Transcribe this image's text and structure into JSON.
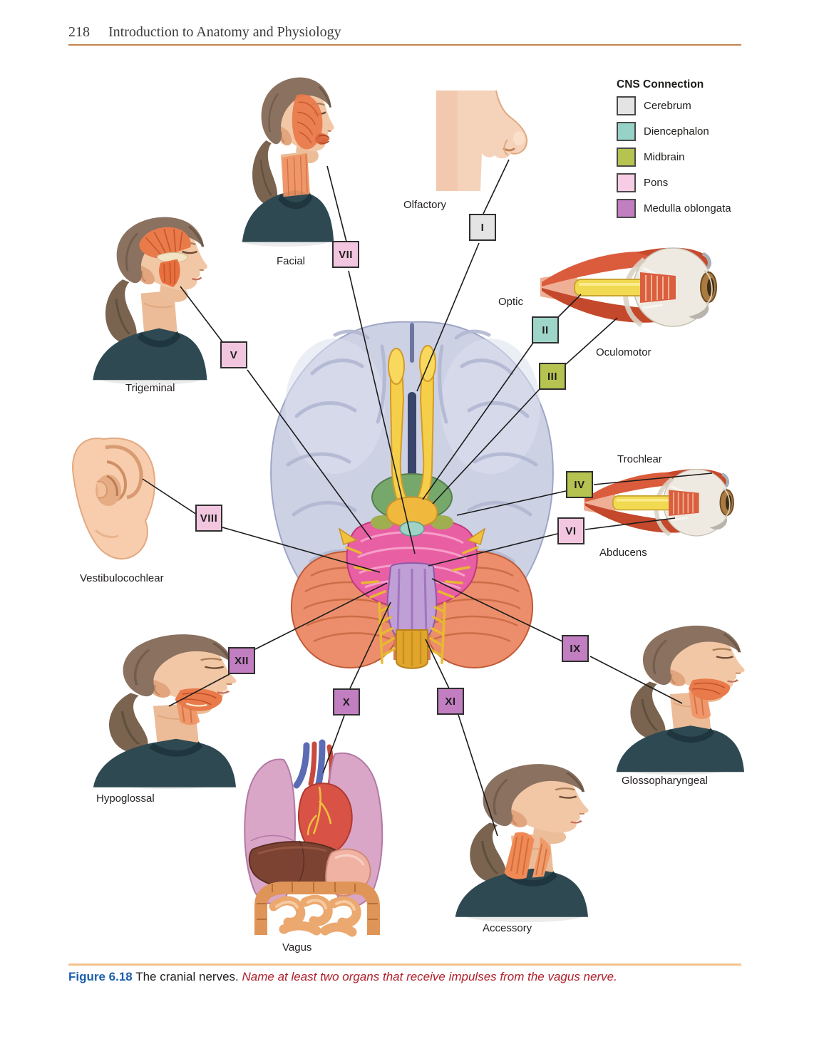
{
  "page": {
    "number": "218",
    "running_head": "Introduction to Anatomy and Physiology"
  },
  "legend": {
    "title": "CNS Connection",
    "items": [
      {
        "label": "Cerebrum",
        "color": "#e4e4e4"
      },
      {
        "label": "Diencephalon",
        "color": "#97d2c6"
      },
      {
        "label": "Midbrain",
        "color": "#b6c351"
      },
      {
        "label": "Pons",
        "color": "#f6cde4"
      },
      {
        "label": "Medulla oblongata",
        "color": "#c17ec0"
      }
    ]
  },
  "nerves": [
    {
      "numeral": "I",
      "name": "Olfactory",
      "cns": "Cerebrum",
      "color": "#e4e4e4"
    },
    {
      "numeral": "II",
      "name": "Optic",
      "cns": "Diencephalon",
      "color": "#9ed5c9"
    },
    {
      "numeral": "III",
      "name": "Oculomotor",
      "cns": "Midbrain",
      "color": "#b6c351"
    },
    {
      "numeral": "IV",
      "name": "Trochlear",
      "cns": "Midbrain",
      "color": "#b6c351"
    },
    {
      "numeral": "V",
      "name": "Trigeminal",
      "cns": "Pons",
      "color": "#f3c6df"
    },
    {
      "numeral": "VI",
      "name": "Abducens",
      "cns": "Pons",
      "color": "#f3c6df"
    },
    {
      "numeral": "VII",
      "name": "Facial",
      "cns": "Pons",
      "color": "#f3c6df"
    },
    {
      "numeral": "VIII",
      "name": "Vestibulocochlear",
      "cns": "Pons",
      "color": "#f3c6df"
    },
    {
      "numeral": "IX",
      "name": "Glossopharyngeal",
      "cns": "Medulla oblongata",
      "color": "#c17ec0"
    },
    {
      "numeral": "X",
      "name": "Vagus",
      "cns": "Medulla oblongata",
      "color": "#c17ec0"
    },
    {
      "numeral": "XI",
      "name": "Accessory",
      "cns": "Medulla oblongata",
      "color": "#c17ec0"
    },
    {
      "numeral": "XII",
      "name": "Hypoglossal",
      "cns": "Medulla oblongata",
      "color": "#c17ec0"
    }
  ],
  "caption": {
    "figure_label": "Figure 6.18",
    "text": "The cranial nerves.",
    "question": "Name at least two organs that receive impulses from the vagus nerve."
  }
}
